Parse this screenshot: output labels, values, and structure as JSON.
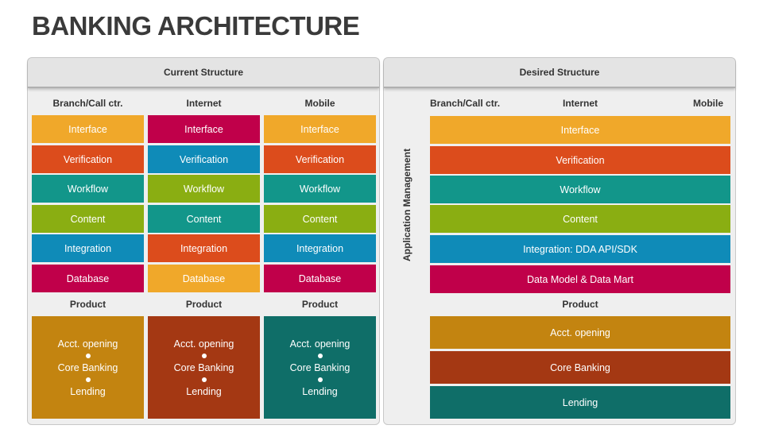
{
  "title": "BANKING ARCHITECTURE",
  "current": {
    "header": "Current Structure",
    "columns": [
      {
        "label": "Branch/Call ctr.",
        "layers": [
          "Interface",
          "Verification",
          "Workflow",
          "Content",
          "Integration",
          "Database"
        ],
        "colors": [
          "#f0a82a",
          "#dc4c1c",
          "#12968a",
          "#8aae12",
          "#0f8bb8",
          "#c0004a"
        ],
        "product_label": "Product",
        "products": [
          "Acct. opening",
          "Core Banking",
          "Lending"
        ],
        "product_color": "#c38410"
      },
      {
        "label": "Internet",
        "layers": [
          "Interface",
          "Verification",
          "Workflow",
          "Content",
          "Integration",
          "Database"
        ],
        "colors": [
          "#c0004a",
          "#0f8bb8",
          "#8aae12",
          "#12968a",
          "#dc4c1c",
          "#f0a82a"
        ],
        "product_label": "Product",
        "products": [
          "Acct. opening",
          "Core Banking",
          "Lending"
        ],
        "product_color": "#a43813"
      },
      {
        "label": "Mobile",
        "layers": [
          "Interface",
          "Verification",
          "Workflow",
          "Content",
          "Integration",
          "Database"
        ],
        "colors": [
          "#f0a82a",
          "#dc4c1c",
          "#12968a",
          "#8aae12",
          "#0f8bb8",
          "#c0004a"
        ],
        "product_label": "Product",
        "products": [
          "Acct. opening",
          "Core Banking",
          "Lending"
        ],
        "product_color": "#0f6e68"
      }
    ]
  },
  "desired": {
    "header": "Desired Structure",
    "channels": [
      "Branch/Call ctr.",
      "Internet",
      "Mobile"
    ],
    "side_label": "Application Management",
    "layers": [
      "Interface",
      "Verification",
      "Workflow",
      "Content",
      "Integration: DDA API/SDK",
      "Data Model & Data Mart"
    ],
    "colors": [
      "#f0a82a",
      "#dc4c1c",
      "#12968a",
      "#8aae12",
      "#0f8bb8",
      "#c0004a"
    ],
    "product_label": "Product",
    "products": [
      "Acct. opening",
      "Core Banking",
      "Lending"
    ],
    "product_colors": [
      "#c38410",
      "#a43813",
      "#0f6e68"
    ]
  }
}
